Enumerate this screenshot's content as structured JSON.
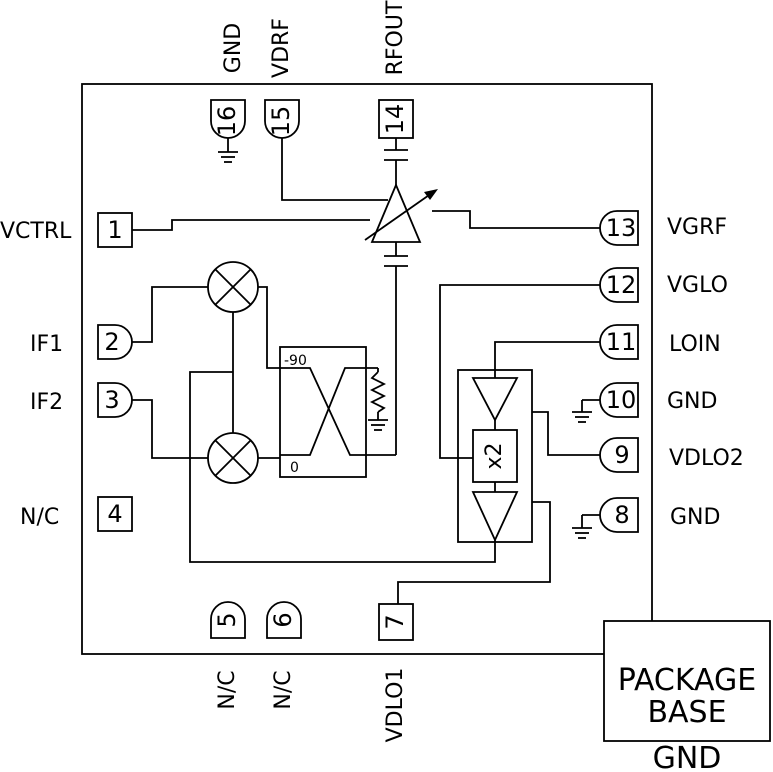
{
  "pins": [
    {
      "num": "1",
      "label": "VCTRL"
    },
    {
      "num": "2",
      "label": "IF1"
    },
    {
      "num": "3",
      "label": "IF2"
    },
    {
      "num": "4",
      "label": "N/C"
    },
    {
      "num": "5",
      "label": "N/C"
    },
    {
      "num": "6",
      "label": "N/C"
    },
    {
      "num": "7",
      "label": "VDLO1"
    },
    {
      "num": "8",
      "label": "GND"
    },
    {
      "num": "9",
      "label": "VDLO2"
    },
    {
      "num": "10",
      "label": "GND"
    },
    {
      "num": "11",
      "label": "LOIN"
    },
    {
      "num": "12",
      "label": "VGLO"
    },
    {
      "num": "13",
      "label": "VGRF"
    },
    {
      "num": "14",
      "label": "RFOUT"
    },
    {
      "num": "15",
      "label": "VDRF"
    },
    {
      "num": "16",
      "label": "GND"
    }
  ],
  "hybrid": {
    "port_90": "-90",
    "port_0": "0"
  },
  "multiplier": {
    "label": "x2"
  },
  "package_base": {
    "line1": "PACKAGE",
    "line2": "BASE",
    "ground": "GND"
  }
}
